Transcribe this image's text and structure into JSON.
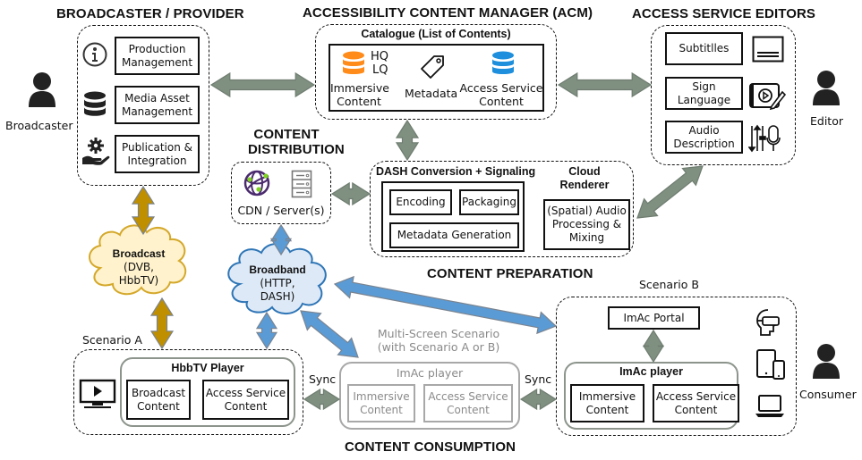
{
  "colors": {
    "arrow_grey": "#7f8f80",
    "arrow_gold": "#bf8f00",
    "arrow_blue": "#5b9bd5",
    "arrow_outline": "#7a8490",
    "broadcast_cloud_fill": "#fff2cc",
    "broadcast_cloud_stroke": "#d4a82a",
    "broadband_cloud_fill": "#dde9f6",
    "broadband_cloud_stroke": "#2e75b6",
    "immersive_db": "#ff8c1a",
    "access_db": "#1e8fdc",
    "cdn_globe": "#4b2b6e",
    "cdn_nodes": "#7ed321"
  },
  "broadcaster": {
    "title": "BROADCASTER / PROVIDER",
    "actor_label": "Broadcaster",
    "items": [
      {
        "label": "Production Management",
        "icon": "info-icon"
      },
      {
        "label": "Media Asset Management",
        "icon": "database-icon"
      },
      {
        "label": "Publication & Integration",
        "icon": "gear-hand-icon"
      }
    ]
  },
  "acm": {
    "title": "ACCESSIBILITY CONTENT MANAGER (ACM)",
    "catalogue_label": "Catalogue (List of Contents)",
    "quality": [
      "HQ",
      "LQ"
    ],
    "immersive_label": "Immersive Content",
    "metadata_label": "Metadata",
    "access_label": "Access Service Content"
  },
  "editors": {
    "title": "ACCESS SERVICE EDITORS",
    "actor_label": "Editor",
    "items": [
      {
        "label": "Subtitlles",
        "icon": "subtitles-icon"
      },
      {
        "label": "Sign Language",
        "icon": "video-edit-icon"
      },
      {
        "label": "Audio Description",
        "icon": "audio-mixer-mic-icon"
      }
    ]
  },
  "distribution": {
    "title_line1": "CONTENT",
    "title_line2": "DISTRIBUTION",
    "cdn_label": "CDN / Server(s)"
  },
  "preparation": {
    "title": "CONTENT PREPARATION",
    "dash_label": "DASH Conversion + Signaling",
    "encoding": "Encoding",
    "packaging": "Packaging",
    "metadata_gen": "Metadata Generation",
    "cloud_renderer": "Cloud Renderer",
    "audio_processing": "(Spatial) Audio Processing & Mixing"
  },
  "networks": {
    "broadcast": {
      "line1": "Broadcast",
      "line2": "(DVB,",
      "line3": "HbbTV)"
    },
    "broadband": {
      "line1": "Broadband",
      "line2": "(HTTP,",
      "line3": "DASH)"
    }
  },
  "consumption": {
    "title": "CONTENT CONSUMPTION",
    "sync_label": "Sync",
    "scenario_a": {
      "label": "Scenario A",
      "player": "HbbTV Player",
      "boxes": [
        "Broadcast Content",
        "Access Service Content"
      ]
    },
    "multiscreen": {
      "label_line1": "Multi-Screen Scenario",
      "label_line2": "(with Scenario A or B)",
      "player": "ImAc player",
      "boxes": [
        "Immersive Content",
        "Access Service Content"
      ]
    },
    "scenario_b": {
      "label": "Scenario B",
      "portal": "ImAc Portal",
      "player": "ImAc player",
      "boxes": [
        "Immersive Content",
        "Access Service Content"
      ],
      "actor_label": "Consumer",
      "devices": [
        "vr-headset-icon",
        "tablet-phone-icon",
        "laptop-icon"
      ]
    }
  }
}
